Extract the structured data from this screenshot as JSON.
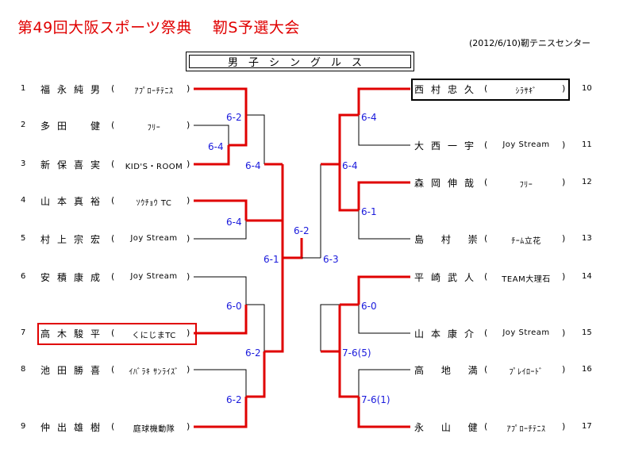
{
  "header": {
    "title": "第49回大阪スポーツ祭典　 靭S予選大会",
    "date": "(2012/6/10)靭テニスセンター",
    "event": "男子シングルス"
  },
  "players_left": [
    {
      "no": "1",
      "name": "福永純男",
      "club": "ｱﾌﾟﾛｰﾁﾃﾆｽ"
    },
    {
      "no": "2",
      "name": "多田　健",
      "club": "ﾌﾘｰ"
    },
    {
      "no": "3",
      "name": "新保喜実",
      "club": "KID'S・ROOM"
    },
    {
      "no": "4",
      "name": "山本真裕",
      "club": "ｿｳﾁｮｳ TC"
    },
    {
      "no": "5",
      "name": "村上宗宏",
      "club": "Joy Stream"
    },
    {
      "no": "6",
      "name": "安積康成",
      "club": "Joy Stream"
    },
    {
      "no": "7",
      "name": "高木駿平",
      "club": "くにじまTC"
    },
    {
      "no": "8",
      "name": "池田勝喜",
      "club": "ｲﾊﾞﾗｷ ｻﾝﾗｲｽﾞ"
    },
    {
      "no": "9",
      "name": "仲出雄樹",
      "club": "庭球機動隊"
    }
  ],
  "players_right": [
    {
      "no": "10",
      "name": "西村忠久",
      "club": "ｼﾗｻｷﾞ"
    },
    {
      "no": "11",
      "name": "大西一宇",
      "club": "Joy Stream"
    },
    {
      "no": "12",
      "name": "森岡伸哉",
      "club": "ﾌﾘｰ"
    },
    {
      "no": "13",
      "name": "島 村 崇",
      "club": "ﾁｰﾑ立花"
    },
    {
      "no": "14",
      "name": "平崎武人",
      "club": "TEAM大理石"
    },
    {
      "no": "15",
      "name": "山本康介",
      "club": "Joy Stream"
    },
    {
      "no": "16",
      "name": "高 地 満",
      "club": "ﾌﾟﾚｲﾛｰﾄﾞ"
    },
    {
      "no": "17",
      "name": "永 山 健",
      "club": "ｱﾌﾟﾛｰﾁﾃﾆｽ"
    }
  ],
  "scores": {
    "l_r1_23": "6-4",
    "l_r2_13": "6-2",
    "l_r2_45": "6-4",
    "l_r2_67": "6-0",
    "l_r2_89": "6-2",
    "l_sf_top": "6-4",
    "l_sf_bot": "6-2",
    "l_final": "6-1",
    "r_r1_1011": "6-4",
    "r_r1_1213": "6-1",
    "r_r1_1415": "6-0",
    "r_r1_1617": "7-6(1)",
    "r_sf_top": "6-4",
    "r_sf_bot": "7-6(5)",
    "r_final": "6-3",
    "final": "6-2"
  },
  "colors": {
    "title": "#e00000",
    "win_line": "#e00000",
    "score": "#1a1adc",
    "line": "#000000"
  }
}
